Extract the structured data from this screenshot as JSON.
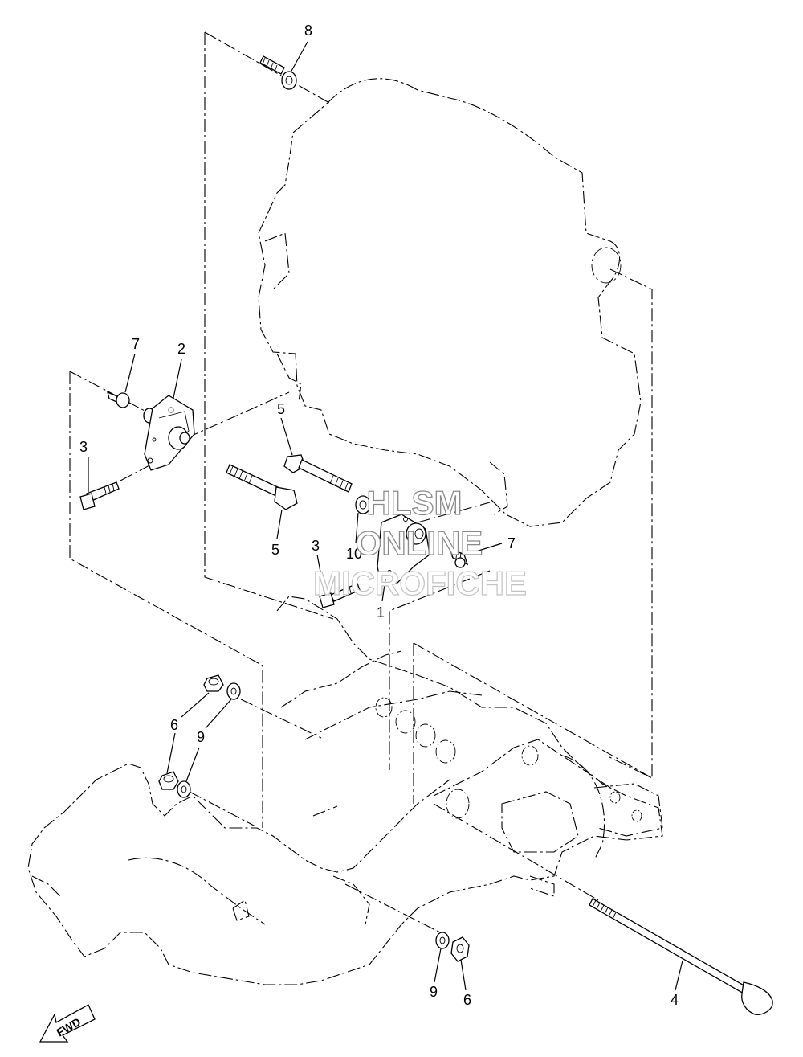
{
  "callouts": {
    "c8": "8",
    "c7a": "7",
    "c2": "2",
    "c3a": "3",
    "c5a": "5",
    "c5b": "5",
    "c3b": "3",
    "c10": "10",
    "c1": "1",
    "c7b": "7",
    "c6a": "6",
    "c9a": "9",
    "c9b": "9",
    "c6b": "6",
    "c4": "4"
  },
  "watermark": {
    "line1": "HLSM",
    "line2": "ONLINE",
    "line3": "MICROFICHE"
  },
  "fwd_label": "FWD"
}
